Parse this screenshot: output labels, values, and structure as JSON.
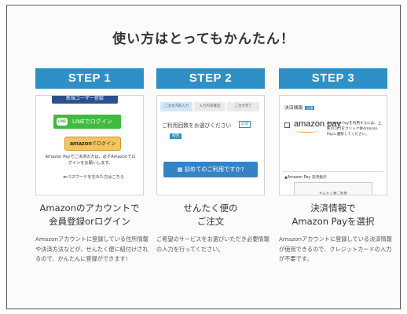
{
  "header": {
    "title": "使い方はとってもかんたん！"
  },
  "steps": [
    {
      "label": "STEP 1",
      "title_line1": "Amazonのアカウントで",
      "title_line2": "会員登録orログイン",
      "description": "Amazonアカウントに登録している住所情報や決済方法などが、せんたく便に紐付けされるので、かんたんに登録ができます!",
      "screenshot": {
        "top_button": "新規ユーザー登録",
        "line_icon": "LINE",
        "line_button": "LINEでログイン",
        "amazon_brand": "amazon",
        "amazon_button": "でログイン",
        "note": "Amazon Payでご決済の方は、必ずAmazonでログインをお願いします。",
        "password_link": "≫パスワードを忘れた方はこちら"
      }
    },
    {
      "label": "STEP 2",
      "title_line1": "せんたく便の",
      "title_line2": "ご注文",
      "description": "ご希望のサービスをお選びいただき必要情報の入力を行ってください。",
      "screenshot": {
        "tabs": [
          "ご注文内容入力",
          "入力内容確認",
          "ご注文完了"
        ],
        "question": "ご利用回数をお選びください",
        "required_tag": "必須",
        "sub_tag": "初回",
        "button": "初めてのご利用ですか?"
      }
    },
    {
      "label": "STEP 3",
      "title_line1": "決済情報で",
      "title_line2": "Amazon Payを選択",
      "description": "Amazonアカウントに登録している決済情報が使用できるので、クレジットカードの入力が不要です。",
      "screenshot": {
        "heading": "決済情報",
        "heading_tag": "必須",
        "amazon_brand": "amazon",
        "pay_word": "pay",
        "pay_text": "Amazon Payを利用するには、上記のロゴをクリック後Amazon Payに遷移してください。",
        "section_label": "▲Amazon Pay 決済指示",
        "inner_text": "せんたく便ご利用"
      }
    }
  ],
  "colors": {
    "accent": "#2e90c6",
    "line_green": "#3fbb3f",
    "amazon_yellow": "#f5c45c"
  }
}
